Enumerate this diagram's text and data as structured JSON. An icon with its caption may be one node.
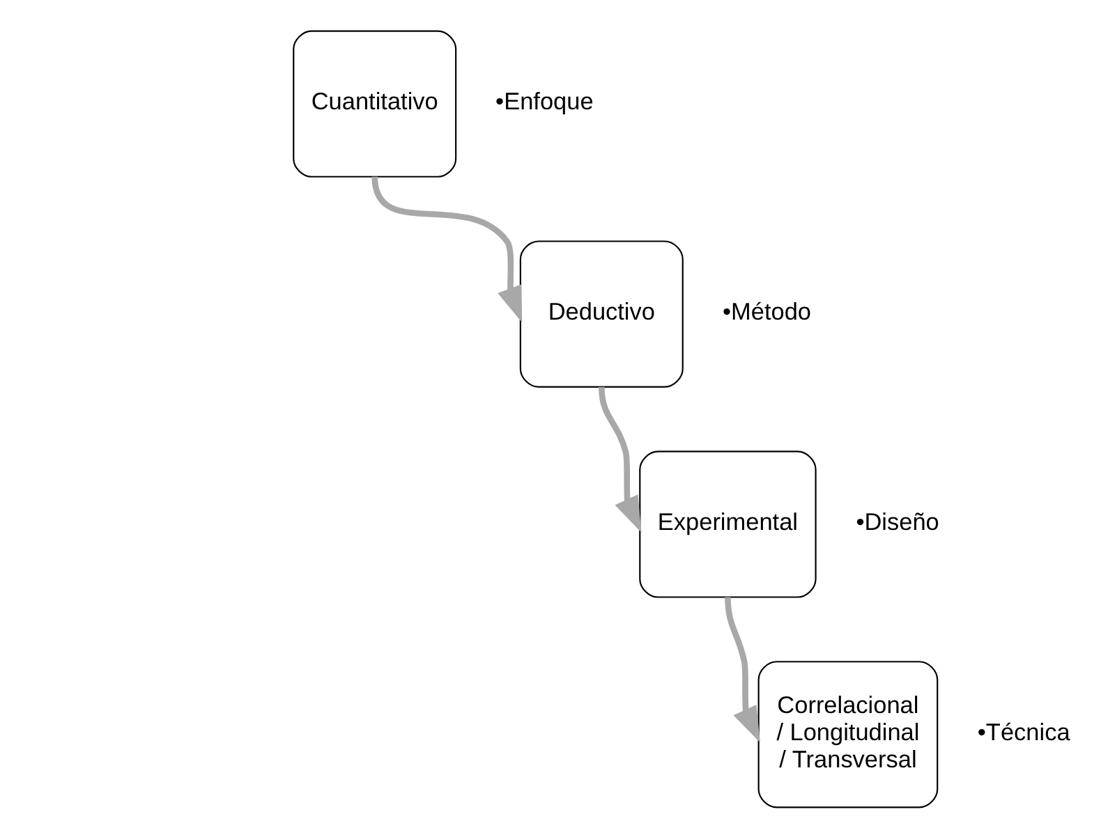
{
  "diagram": {
    "nodes": [
      {
        "text": [
          "Cuantitativo"
        ],
        "beside": [
          "•Enfoque"
        ]
      },
      {
        "text": [
          "Deductivo"
        ],
        "beside": [
          "•Método"
        ]
      },
      {
        "text": [
          "Experimental"
        ],
        "beside": [
          "•Diseño"
        ]
      },
      {
        "text": [
          "Correlacional / Longitudinal / Transversal"
        ],
        "beside": [
          "•Técnica"
        ]
      }
    ],
    "edges": [
      {
        "from": 0,
        "to": 1,
        "arrow": "to"
      },
      {
        "from": 1,
        "to": 2,
        "arrow": "to"
      },
      {
        "from": 2,
        "to": 3,
        "arrow": "to"
      }
    ]
  }
}
